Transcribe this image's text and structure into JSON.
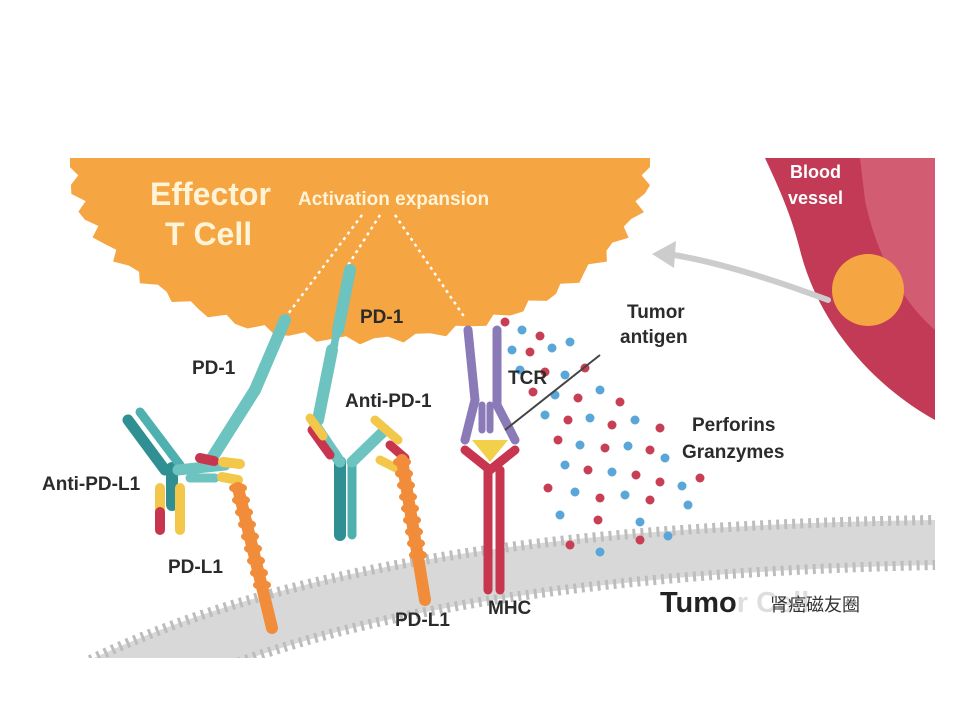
{
  "labels": {
    "effector_cell_line1": "Effector",
    "effector_cell_line2": "T Cell",
    "activation": "Activation expansion",
    "blood_line1": "Blood",
    "blood_line2": "vessel",
    "pd1_left": "PD-1",
    "pd1_center": "PD-1",
    "anti_pd1": "Anti-PD-1",
    "anti_pdl1": "Anti-PD-L1",
    "pdl1_left": "PD-L1",
    "pdl1_center": "PD-L1",
    "tcr": "TCR",
    "mhc": "MHC",
    "tumor_antigen_line1": "Tumor",
    "tumor_antigen_line2": "antigen",
    "perforins": "Perforins",
    "granzymes": "Granzymes",
    "tumor_cell": "Tumor Cell",
    "watermark": "肾癌磁友圈"
  },
  "colors": {
    "t_cell": "#f5a541",
    "blood_vessel": "#c23a55",
    "membrane": "#cfcfcf",
    "pd1": "#6cc3bf",
    "antibody_teal": "#2f8f92",
    "pdl1": "#f08c3a",
    "tcr": "#8a7ab8",
    "mhc": "#c8354f",
    "antigen": "#f3d04a",
    "dot_red": "#c73e55",
    "dot_blue": "#5aa6d8",
    "arrow": "#cccccc"
  }
}
